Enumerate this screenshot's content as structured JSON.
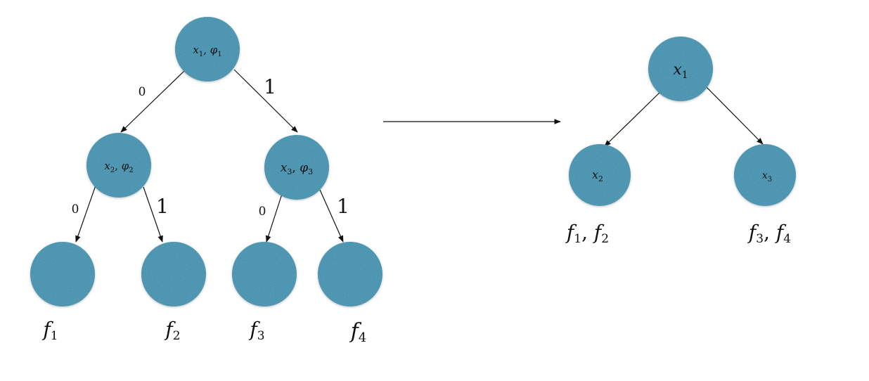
{
  "colors": {
    "node_fill": "#3a8aa8",
    "node_texture": "#2f7c98",
    "line": "#111111"
  },
  "left_tree": {
    "root": {
      "var": "x",
      "sub": "1",
      "sep": ", ",
      "phi": "φ",
      "phi_sub": "1"
    },
    "n2": {
      "var": "x",
      "sub": "2",
      "sep": ", ",
      "phi": "φ",
      "phi_sub": "2"
    },
    "n3": {
      "var": "x",
      "sub": "3",
      "sep": ", ",
      "phi": "φ",
      "phi_sub": "3"
    },
    "edges": {
      "root_n2": "0",
      "root_n3": "1",
      "n2_l1": "0",
      "n2_l2": "1",
      "n3_l3": "0",
      "n3_l4": "1"
    },
    "leaves": [
      {
        "f": "f",
        "sub": "1"
      },
      {
        "f": "f",
        "sub": "2"
      },
      {
        "f": "f",
        "sub": "3"
      },
      {
        "f": "f",
        "sub": "4"
      }
    ]
  },
  "right_tree": {
    "root": {
      "var": "x",
      "sub": "1"
    },
    "n2": {
      "var": "x",
      "sub": "2"
    },
    "n3": {
      "var": "x",
      "sub": "3"
    },
    "label_left": {
      "f1": "f",
      "s1": "1",
      "sep": ", ",
      "f2": "f",
      "s2": "2"
    },
    "label_right": {
      "f1": "f",
      "s1": "3",
      "sep": ", ",
      "f2": "f",
      "s2": "4"
    }
  }
}
